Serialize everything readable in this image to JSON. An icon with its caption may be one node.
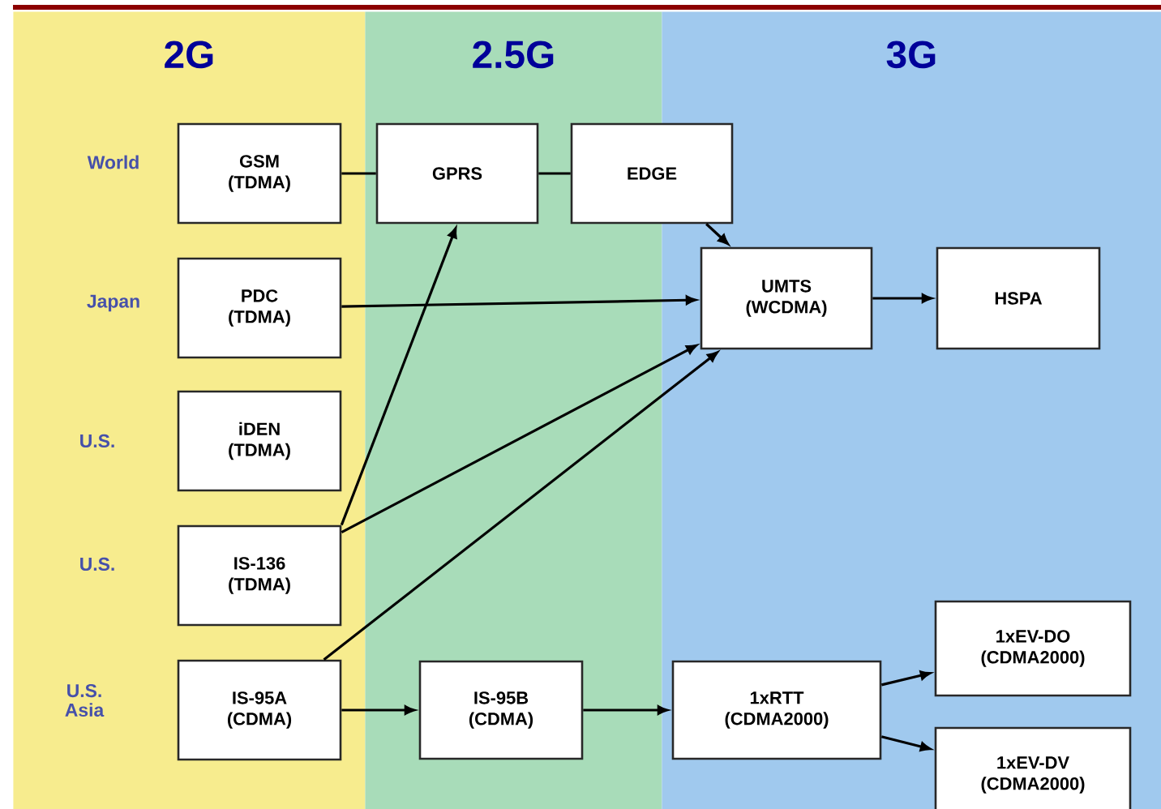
{
  "diagram": {
    "nodes": [
      {
        "text": [
          "2G"
        ]
      },
      {
        "text": [
          "2.5G"
        ]
      },
      {
        "text": [
          "3G"
        ]
      },
      {
        "text": [
          "GSM (TDMA)"
        ],
        "in": 0
      },
      {
        "text": [
          "GPRS"
        ],
        "in": 1
      },
      {
        "text": [
          "EDGE"
        ]
      },
      {
        "text": [
          "PDC (TDMA)"
        ],
        "in": 0
      },
      {
        "text": [
          "UMTS (WCDMA)"
        ],
        "in": 2
      },
      {
        "text": [
          "HSPA"
        ],
        "in": 2
      },
      {
        "text": [
          "iDEN (TDMA)"
        ],
        "in": 0
      },
      {
        "text": [
          "IS-136 (TDMA)"
        ],
        "in": 0
      },
      {
        "text": [
          "IS-95A (CDMA)"
        ],
        "in": 0
      },
      {
        "text": [
          "IS-95B (CDMA)"
        ],
        "in": 1
      },
      {
        "text": [
          "1xRTT (CDMA2000)"
        ],
        "in": 2
      },
      {
        "text": [
          "1xEV-DO (CDMA2000)"
        ],
        "in": 2
      },
      {
        "text": [
          "1xEV-DV (CDMA2000)"
        ],
        "in": 2
      }
    ],
    "edges": [
      {
        "from": 3,
        "to": 4,
        "arrow": "none"
      },
      {
        "from": 4,
        "to": 5,
        "arrow": "none"
      },
      {
        "from": 5,
        "to": 7,
        "arrow": "to"
      },
      {
        "from": 6,
        "to": 7,
        "arrow": "to"
      },
      {
        "from": 7,
        "to": 8,
        "arrow": "to"
      },
      {
        "from": 10,
        "to": 4,
        "arrow": "to"
      },
      {
        "from": 10,
        "to": 7,
        "arrow": "to"
      },
      {
        "from": 11,
        "to": 7,
        "arrow": "to"
      },
      {
        "from": 11,
        "to": 12,
        "arrow": "to"
      },
      {
        "from": 12,
        "to": 13,
        "arrow": "to"
      },
      {
        "from": 13,
        "to": 14,
        "arrow": "to"
      },
      {
        "from": 13,
        "to": 15,
        "arrow": "to"
      }
    ],
    "labels": [
      "World",
      "Japan",
      "U.S.",
      "U.S.",
      "U.S. Asia"
    ]
  }
}
